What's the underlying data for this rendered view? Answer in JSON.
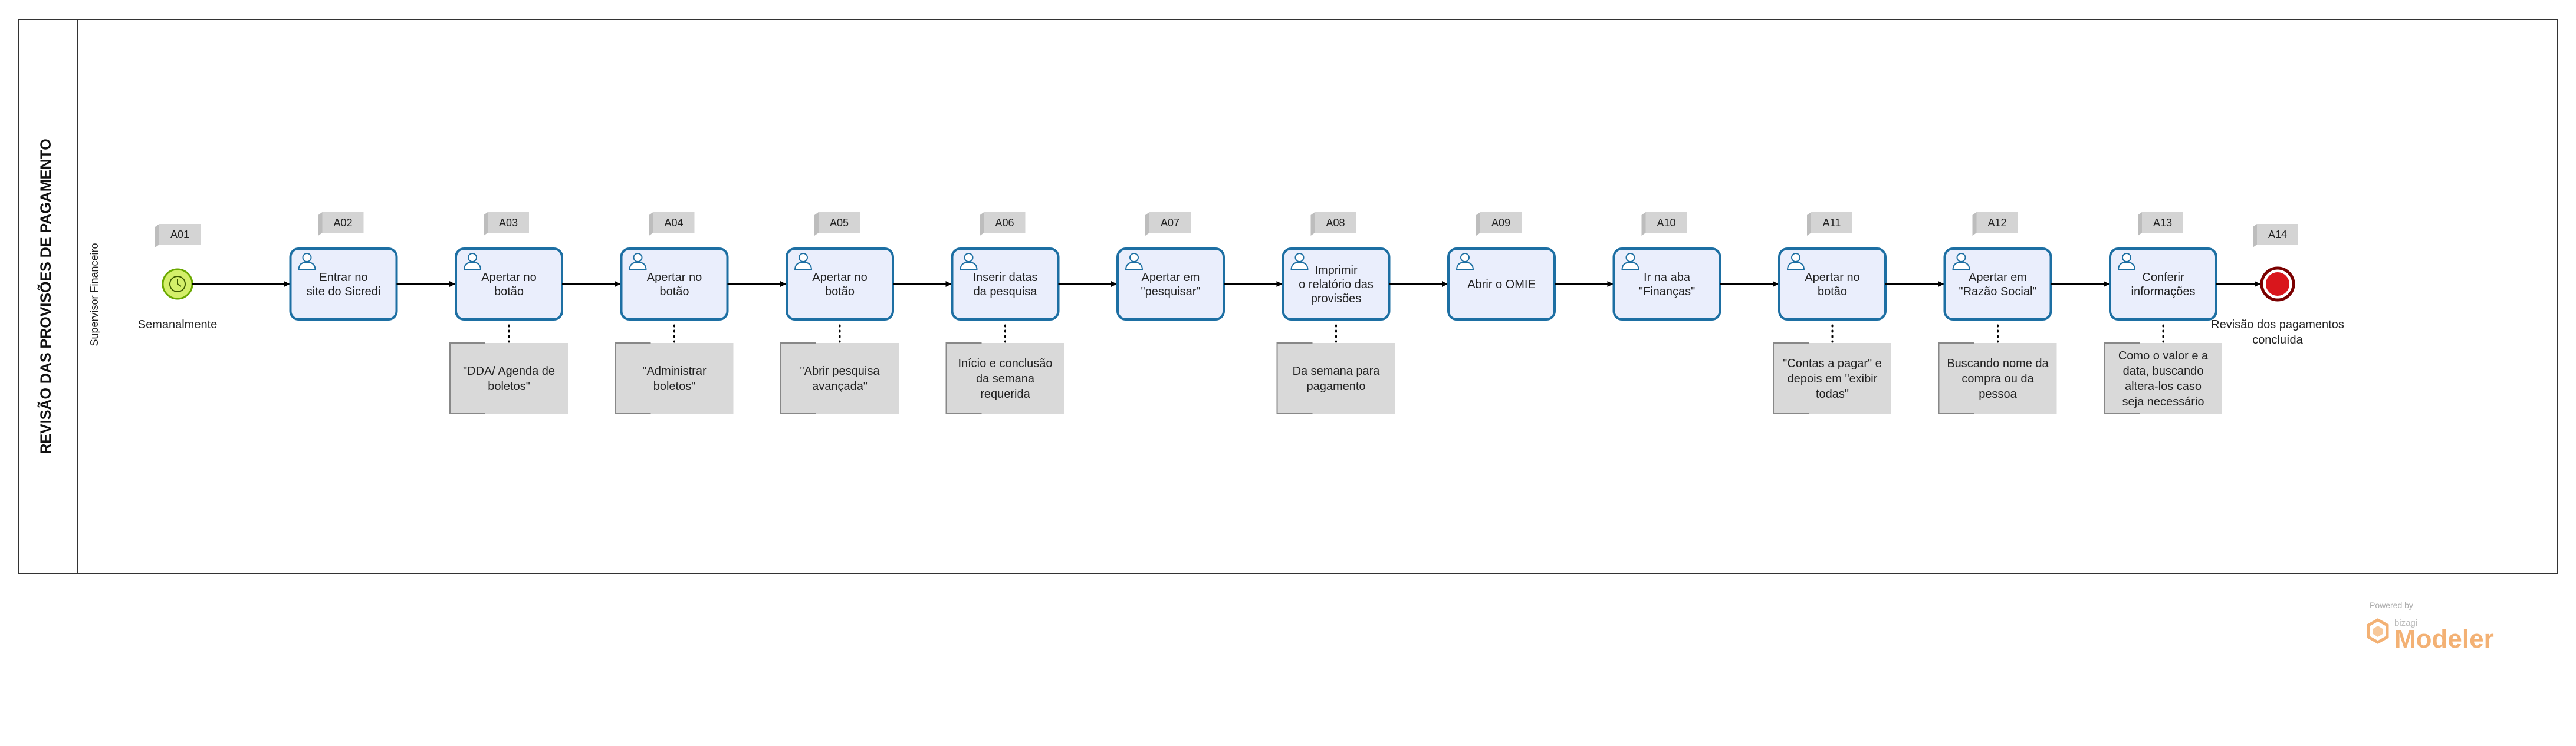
{
  "pool": {
    "title": "REVISÃO DAS PROVISÕES DE PAGAMENTO",
    "lane_name": "Supervisor Financeiro"
  },
  "start_event": {
    "id": "A01",
    "label": "Semanalmente",
    "icon": "clock-icon",
    "fill": "#d4ef6a",
    "stroke": "#6aa800"
  },
  "tasks": [
    {
      "id": "A02",
      "lines": [
        "Entrar no",
        "site do Sicredi"
      ],
      "note": []
    },
    {
      "id": "A03",
      "lines": [
        "Apertar no",
        "botão"
      ],
      "note": [
        "\"DDA/ Agenda de",
        "boletos\""
      ]
    },
    {
      "id": "A04",
      "lines": [
        "Apertar no",
        "botão"
      ],
      "note": [
        "\"Administrar",
        "boletos\""
      ]
    },
    {
      "id": "A05",
      "lines": [
        "Apertar no",
        "botão"
      ],
      "note": [
        "\"Abrir pesquisa",
        "avançada\""
      ]
    },
    {
      "id": "A06",
      "lines": [
        "Inserir datas",
        "da pesquisa"
      ],
      "note": [
        "Início e conclusão",
        "da semana",
        "requerida"
      ]
    },
    {
      "id": "A07",
      "lines": [
        "Apertar em",
        "\"pesquisar\""
      ],
      "note": []
    },
    {
      "id": "A08",
      "lines": [
        "Imprimir",
        "o relatório das",
        "provisões"
      ],
      "note": [
        "Da semana para",
        "pagamento"
      ]
    },
    {
      "id": "A09",
      "lines": [
        "Abrir o OMIE"
      ],
      "note": []
    },
    {
      "id": "A10",
      "lines": [
        "Ir na aba",
        "\"Finanças\""
      ],
      "note": []
    },
    {
      "id": "A11",
      "lines": [
        "Apertar no",
        "botão"
      ],
      "note": [
        "\"Contas a pagar\" e",
        "depois em \"exibir",
        "todas\""
      ]
    },
    {
      "id": "A12",
      "lines": [
        "Apertar em",
        "\"Razão Social\""
      ],
      "note": [
        "Buscando nome da",
        "compra ou da",
        "pessoa"
      ]
    },
    {
      "id": "A13",
      "lines": [
        "Conferir",
        "informações"
      ],
      "note": [
        "Como o valor e a",
        "data, buscando",
        "altera-los caso",
        "seja necessário"
      ]
    }
  ],
  "task_icon": "user-task-icon",
  "end_event": {
    "id": "A14",
    "lines": [
      "Revisão dos pagamentos",
      "concluída"
    ],
    "fill": "#d9161c",
    "stroke": "#7a0000"
  },
  "colors": {
    "task_fill": "#eaeefc",
    "task_stroke": "#1d6fa3",
    "note_fill": "#d9d9d9",
    "tag_fill": "#d4d4d4",
    "pool_stroke": "#333333",
    "flow": "#000000"
  },
  "watermark": {
    "powered_by": "Powered by",
    "brand": "bizagi",
    "product": "Modeler",
    "color": "#f3b174"
  }
}
